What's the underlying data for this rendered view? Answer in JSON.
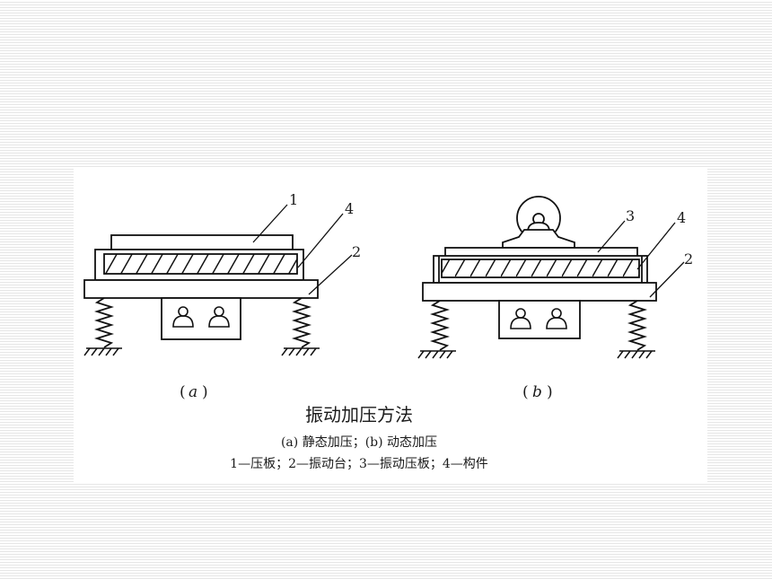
{
  "diagram_a": {
    "label_open": "(",
    "label_letter": "a",
    "label_close": ")",
    "callouts": [
      "1",
      "4",
      "2"
    ]
  },
  "diagram_b": {
    "label_open": "(",
    "label_letter": "b",
    "label_close": ")",
    "callouts": [
      "3",
      "4",
      "2"
    ]
  },
  "caption": {
    "title": "振动加压方法",
    "line1": "(a) 静态加压；(b) 动态加压",
    "line2": "1—压板；2—振动台；3—振动压板；4—构件"
  }
}
